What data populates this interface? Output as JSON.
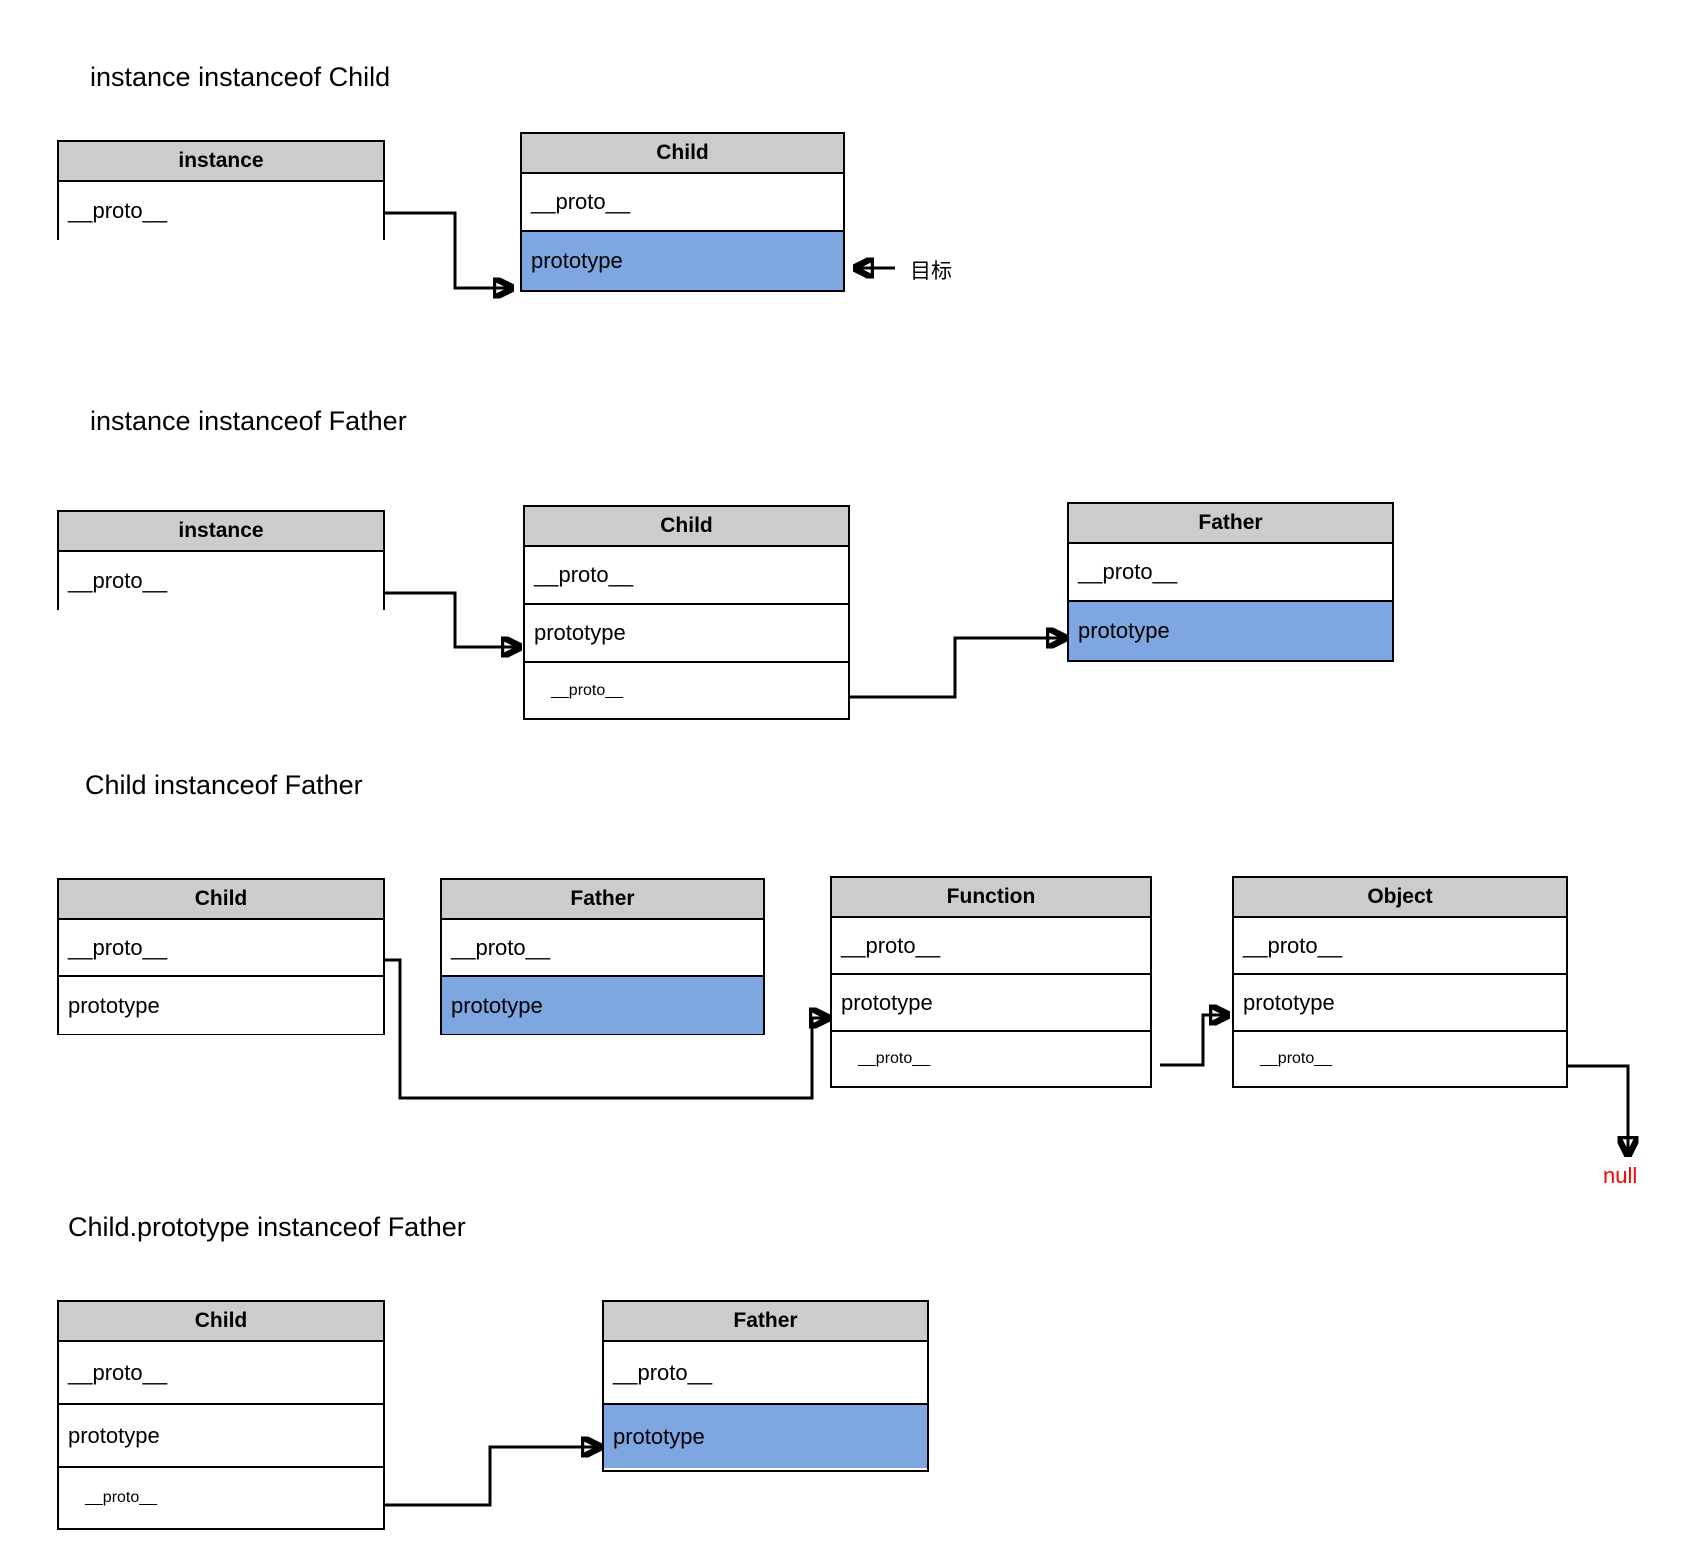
{
  "diagram": {
    "title_font_color": "#000000",
    "header_fill": "#cccccc",
    "highlight_fill": "#7ea6e0",
    "null_color": "#ff0000",
    "labels": {
      "target": "目标",
      "null": "null"
    },
    "sections": [
      {
        "id": "instance-instanceof-child",
        "title": "instance instanceof Child",
        "boxes": [
          {
            "id": "s1-instance",
            "header": "instance",
            "rows": [
              {
                "label": "__proto__",
                "style": "normal"
              }
            ]
          },
          {
            "id": "s1-child",
            "header": "Child",
            "rows": [
              {
                "label": "__proto__",
                "style": "normal"
              },
              {
                "label": "prototype",
                "style": "highlight"
              }
            ]
          }
        ]
      },
      {
        "id": "instance-instanceof-father",
        "title": "instance instanceof Father",
        "boxes": [
          {
            "id": "s2-instance",
            "header": "instance",
            "rows": [
              {
                "label": "__proto__",
                "style": "normal"
              }
            ]
          },
          {
            "id": "s2-child",
            "header": "Child",
            "rows": [
              {
                "label": "__proto__",
                "style": "normal"
              },
              {
                "label": "prototype",
                "style": "normal"
              },
              {
                "label": "__proto__",
                "style": "small"
              }
            ]
          },
          {
            "id": "s2-father",
            "header": "Father",
            "rows": [
              {
                "label": "__proto__",
                "style": "normal"
              },
              {
                "label": "prototype",
                "style": "highlight"
              }
            ]
          }
        ]
      },
      {
        "id": "child-instanceof-father",
        "title": "Child instanceof Father",
        "boxes": [
          {
            "id": "s3-child",
            "header": "Child",
            "rows": [
              {
                "label": "__proto__",
                "style": "normal"
              },
              {
                "label": "prototype",
                "style": "normal"
              }
            ]
          },
          {
            "id": "s3-father",
            "header": "Father",
            "rows": [
              {
                "label": "__proto__",
                "style": "normal"
              },
              {
                "label": "prototype",
                "style": "highlight"
              }
            ]
          },
          {
            "id": "s3-function",
            "header": "Function",
            "rows": [
              {
                "label": "__proto__",
                "style": "normal"
              },
              {
                "label": "prototype",
                "style": "normal"
              },
              {
                "label": "__proto__",
                "style": "small"
              }
            ]
          },
          {
            "id": "s3-object",
            "header": "Object",
            "rows": [
              {
                "label": "__proto__",
                "style": "normal"
              },
              {
                "label": "prototype",
                "style": "normal"
              },
              {
                "label": "__proto__",
                "style": "small"
              }
            ]
          }
        ]
      },
      {
        "id": "child-prototype-instanceof-father",
        "title": "Child.prototype instanceof Father",
        "boxes": [
          {
            "id": "s4-child",
            "header": "Child",
            "rows": [
              {
                "label": "__proto__",
                "style": "normal"
              },
              {
                "label": "prototype",
                "style": "normal"
              },
              {
                "label": "__proto__",
                "style": "small"
              }
            ]
          },
          {
            "id": "s4-father",
            "header": "Father",
            "rows": [
              {
                "label": "__proto__",
                "style": "normal"
              },
              {
                "label": "prototype",
                "style": "highlight"
              }
            ]
          }
        ]
      }
    ]
  }
}
